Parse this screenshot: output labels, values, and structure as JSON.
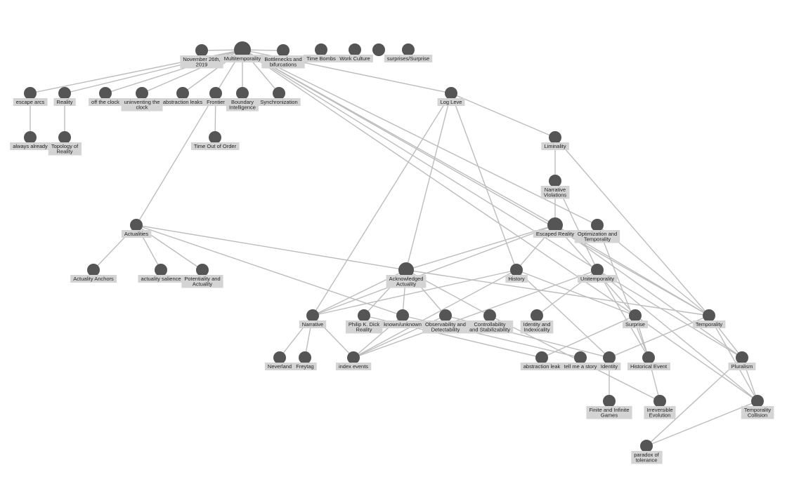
{
  "graph": {
    "nodes": [
      {
        "id": "nov26",
        "label": "November 26th, 2019"
      },
      {
        "id": "multi",
        "label": "Multitemporality"
      },
      {
        "id": "bottle",
        "label": "Bottlenecks and bifurcations"
      },
      {
        "id": "timebombs",
        "label": "Time Bombs"
      },
      {
        "id": "workculture",
        "label": "Work Culture"
      },
      {
        "id": "unlabeled",
        "label": ""
      },
      {
        "id": "surprises",
        "label": "surprises/Surprise"
      },
      {
        "id": "escapearcs",
        "label": "escape arcs"
      },
      {
        "id": "reality",
        "label": "Reality"
      },
      {
        "id": "offclock",
        "label": "off the clock"
      },
      {
        "id": "uninventing",
        "label": "uninventing the clock"
      },
      {
        "id": "abstractionleaks",
        "label": "abstraction leaks"
      },
      {
        "id": "frontier",
        "label": "Frontier"
      },
      {
        "id": "boundary",
        "label": "Boundary Intelligence"
      },
      {
        "id": "sync",
        "label": "Synchronization"
      },
      {
        "id": "loglevel",
        "label": "Log Leve"
      },
      {
        "id": "alwaysalready",
        "label": "always already"
      },
      {
        "id": "topology",
        "label": "Topology of Reality"
      },
      {
        "id": "timeoutoforder",
        "label": "Time Out of Order"
      },
      {
        "id": "liminality",
        "label": "Liminality"
      },
      {
        "id": "narrviol",
        "label": "Narrative Violations"
      },
      {
        "id": "actualities",
        "label": "Actualities"
      },
      {
        "id": "escapedreality",
        "label": "Escaped Reality"
      },
      {
        "id": "optimization",
        "label": "Optimization and Temporality"
      },
      {
        "id": "anchors",
        "label": "Actuality Anchors"
      },
      {
        "id": "salience",
        "label": "actuality salience"
      },
      {
        "id": "potentiality",
        "label": "Potentiality and Actuality"
      },
      {
        "id": "acknowledged",
        "label": "Acknowledged Actuality"
      },
      {
        "id": "history",
        "label": "History"
      },
      {
        "id": "unitemporality",
        "label": "Unitemporality"
      },
      {
        "id": "narrative",
        "label": "Narrative"
      },
      {
        "id": "pkd",
        "label": "Philip K. Dick Reality"
      },
      {
        "id": "knownunknown",
        "label": "known/unknown"
      },
      {
        "id": "observability",
        "label": "Observability and Detectability"
      },
      {
        "id": "controllability",
        "label": "Controllability and Stabilizability"
      },
      {
        "id": "identityindex",
        "label": "Identity and Indexicality"
      },
      {
        "id": "surprise",
        "label": "Surprise"
      },
      {
        "id": "temporality",
        "label": "Temporality"
      },
      {
        "id": "neverland",
        "label": "Neverland"
      },
      {
        "id": "freytag",
        "label": "Freytag"
      },
      {
        "id": "indexevents",
        "label": "index events"
      },
      {
        "id": "abstractionleak",
        "label": "abstraction leak"
      },
      {
        "id": "tellstory",
        "label": "tell me a story"
      },
      {
        "id": "identity",
        "label": "Identity"
      },
      {
        "id": "histevent",
        "label": "Historical Event"
      },
      {
        "id": "pluralism",
        "label": "Pluralism"
      },
      {
        "id": "finite",
        "label": "Finite and Infinite Games"
      },
      {
        "id": "irreversible",
        "label": "Irreversible Evolution"
      },
      {
        "id": "collision",
        "label": "Temporality Collision"
      },
      {
        "id": "paradox",
        "label": "paradox of tolerance"
      }
    ],
    "edges": [
      [
        "multi",
        "nov26"
      ],
      [
        "multi",
        "bottle"
      ],
      [
        "multi",
        "escapearcs"
      ],
      [
        "multi",
        "reality"
      ],
      [
        "multi",
        "offclock"
      ],
      [
        "multi",
        "uninventing"
      ],
      [
        "multi",
        "abstractionleaks"
      ],
      [
        "multi",
        "frontier"
      ],
      [
        "multi",
        "boundary"
      ],
      [
        "multi",
        "sync"
      ],
      [
        "multi",
        "loglevel"
      ],
      [
        "multi",
        "escapedreality"
      ],
      [
        "multi",
        "optimization"
      ],
      [
        "multi",
        "unitemporality"
      ],
      [
        "multi",
        "surprise"
      ],
      [
        "multi",
        "temporality"
      ],
      [
        "escapearcs",
        "alwaysalready"
      ],
      [
        "reality",
        "topology"
      ],
      [
        "frontier",
        "timeoutoforder"
      ],
      [
        "frontier",
        "actualities"
      ],
      [
        "loglevel",
        "liminality"
      ],
      [
        "loglevel",
        "narrative"
      ],
      [
        "loglevel",
        "acknowledged"
      ],
      [
        "loglevel",
        "history"
      ],
      [
        "liminality",
        "narrviol"
      ],
      [
        "liminality",
        "temporality"
      ],
      [
        "narrviol",
        "escapedreality"
      ],
      [
        "narrviol",
        "unitemporality"
      ],
      [
        "actualities",
        "anchors"
      ],
      [
        "actualities",
        "salience"
      ],
      [
        "actualities",
        "potentiality"
      ],
      [
        "actualities",
        "acknowledged"
      ],
      [
        "actualities",
        "knownunknown"
      ],
      [
        "escapedreality",
        "acknowledged"
      ],
      [
        "escapedreality",
        "history"
      ],
      [
        "escapedreality",
        "narrative"
      ],
      [
        "escapedreality",
        "surprise"
      ],
      [
        "escapedreality",
        "temporality"
      ],
      [
        "escapedreality",
        "pluralism"
      ],
      [
        "optimization",
        "histevent"
      ],
      [
        "optimization",
        "temporality"
      ],
      [
        "acknowledged",
        "narrative"
      ],
      [
        "acknowledged",
        "pkd"
      ],
      [
        "acknowledged",
        "knownunknown"
      ],
      [
        "acknowledged",
        "observability"
      ],
      [
        "acknowledged",
        "controllability"
      ],
      [
        "acknowledged",
        "temporality"
      ],
      [
        "history",
        "narrative"
      ],
      [
        "history",
        "identity"
      ],
      [
        "history",
        "surprise"
      ],
      [
        "history",
        "indexevents"
      ],
      [
        "unitemporality",
        "identityindex"
      ],
      [
        "unitemporality",
        "indexevents"
      ],
      [
        "unitemporality",
        "pluralism"
      ],
      [
        "unitemporality",
        "histevent"
      ],
      [
        "unitemporality",
        "collision"
      ],
      [
        "narrative",
        "neverland"
      ],
      [
        "narrative",
        "freytag"
      ],
      [
        "narrative",
        "indexevents"
      ],
      [
        "pkd",
        "abstractionleak"
      ],
      [
        "knownunknown",
        "tellstory"
      ],
      [
        "knownunknown",
        "indexevents"
      ],
      [
        "observability",
        "indexevents"
      ],
      [
        "observability",
        "identity"
      ],
      [
        "controllability",
        "irreversible"
      ],
      [
        "surprise",
        "histevent"
      ],
      [
        "surprise",
        "abstractionleak"
      ],
      [
        "surprise",
        "collision"
      ],
      [
        "temporality",
        "identity"
      ],
      [
        "temporality",
        "pluralism"
      ],
      [
        "temporality",
        "collision"
      ],
      [
        "identity",
        "finite"
      ],
      [
        "histevent",
        "irreversible"
      ],
      [
        "pluralism",
        "collision"
      ],
      [
        "pluralism",
        "paradox"
      ],
      [
        "collision",
        "paradox"
      ]
    ]
  }
}
